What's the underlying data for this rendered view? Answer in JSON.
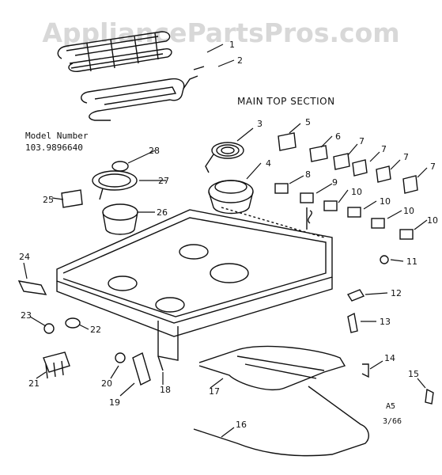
{
  "watermark": "AppliancePartsPros.com",
  "section_title": "MAIN TOP SECTION",
  "model": {
    "label": "Model Number",
    "number": "103.9896640"
  },
  "revision": {
    "line1": "A5",
    "line2": "3/66"
  },
  "callouts": [
    "1",
    "2",
    "3",
    "4",
    "5",
    "6",
    "7",
    "7",
    "7",
    "7",
    "8",
    "9",
    "10",
    "10",
    "10",
    "10",
    "11",
    "12",
    "13",
    "14",
    "15",
    "16",
    "17",
    "18",
    "19",
    "20",
    "21",
    "22",
    "23",
    "24",
    "25",
    "26",
    "27",
    "28"
  ]
}
